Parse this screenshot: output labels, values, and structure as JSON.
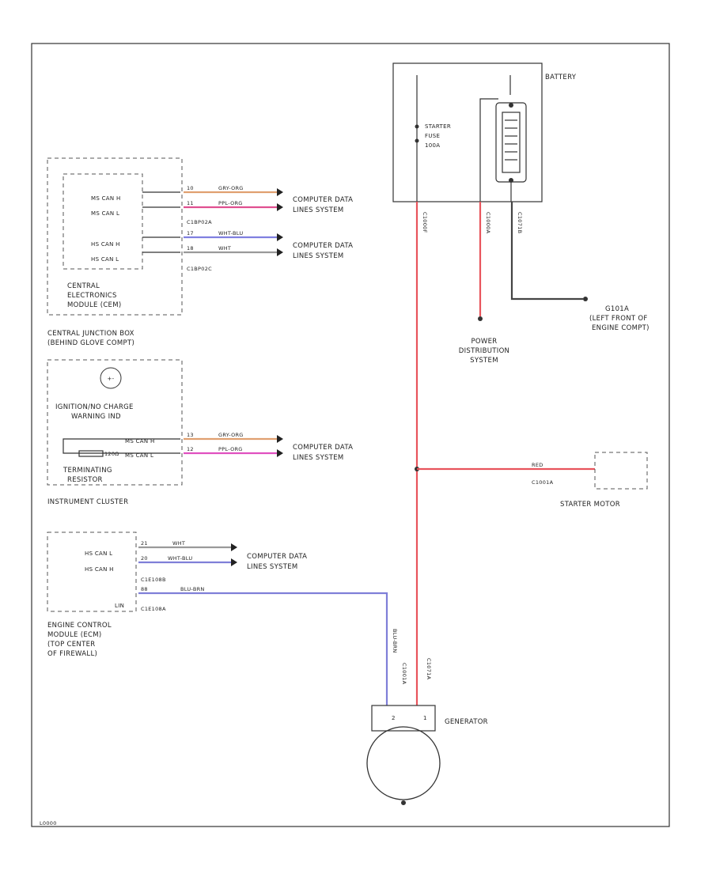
{
  "footer_code": "L0000",
  "battery": {
    "label": "BATTERY",
    "fuse_lines": [
      "STARTER",
      "FUSE",
      "100A"
    ],
    "circuits": [
      "C1000F",
      "C1000A",
      "C1071B"
    ]
  },
  "ground": {
    "code": "G101A",
    "lines": [
      "G101A",
      "(LEFT FRONT OF",
      "ENGINE COMPT)"
    ]
  },
  "power_dist": {
    "lines": [
      "POWER",
      "DISTRIBUTION",
      "SYSTEM"
    ]
  },
  "starter": {
    "label": "STARTER MOTOR",
    "connector": "C1001A",
    "wire": "RED"
  },
  "generator": {
    "label": "GENERATOR",
    "circuits": [
      "C1001A",
      "C1071A"
    ],
    "pins": [
      "2",
      "1"
    ]
  },
  "cjb": {
    "label_lines": [
      "CENTRAL JUNCTION BOX",
      "(BEHIND GLOVE COMPT)"
    ],
    "module_lines": [
      "CENTRAL",
      "ELECTRONICS",
      "MODULE (CEM)"
    ],
    "rows": [
      {
        "pin": "MS CAN H",
        "cpin": "10",
        "wire": "GRY-ORG",
        "color": "#e0a070"
      },
      {
        "pin": "MS CAN L",
        "cpin": "11",
        "wire": "PPL-ORG",
        "color": "#e05090"
      },
      {
        "pin": "HS CAN H",
        "cpin": "17",
        "wire": "WHT-BLU",
        "color": "#8080e0"
      },
      {
        "pin": "HS CAN L",
        "cpin": "18",
        "wire": "WHT",
        "color": "#999999"
      }
    ],
    "connectors": [
      "C1BP02A",
      "C1BP02C"
    ]
  },
  "ic": {
    "label": "INSTRUMENT CLUSTER",
    "warning_lines": [
      "IGNITION/NO CHARGE",
      "WARNING IND"
    ],
    "term_lines": [
      "TERMINATING",
      "RESISTOR"
    ],
    "resistor": "120Ω",
    "rows": [
      {
        "pin": "MS CAN H",
        "cpin": "13",
        "wire": "GRY-ORG",
        "color": "#e0a070"
      },
      {
        "pin": "MS CAN L",
        "cpin": "12",
        "wire": "PPL-ORG",
        "color": "#e050c0"
      }
    ]
  },
  "ecm": {
    "label_lines": [
      "ENGINE CONTROL",
      "MODULE (ECM)",
      "(TOP CENTER",
      "OF FIREWALL)"
    ],
    "rows": [
      {
        "pin": "HS CAN L",
        "cpin": "21",
        "wire": "WHT",
        "color": "#999999"
      },
      {
        "pin": "HS CAN H",
        "cpin": "20",
        "wire": "WHT-BLU",
        "color": "#7f7fd8"
      },
      {
        "pin": "LIN",
        "cpin": "88",
        "wire": "BLU-BRN",
        "color": "#7f7fd8"
      }
    ],
    "connectors": [
      "C1E108B",
      "C1E108A"
    ],
    "gen_wire": "BLU-BRN"
  },
  "dest": {
    "computer_lines": [
      "COMPUTER DATA",
      "LINES SYSTEM"
    ]
  }
}
